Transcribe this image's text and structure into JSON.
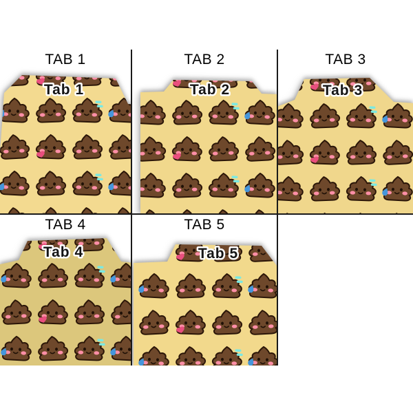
{
  "grid": {
    "line_color": "#1a1a1a",
    "background_color": "#ffffff"
  },
  "options": [
    {
      "label": "TAB 1",
      "folder_text": "Tab 1",
      "tab_position": "left",
      "folder_color": "#f3da90"
    },
    {
      "label": "TAB 2",
      "folder_text": "Tab 2",
      "tab_position": "center",
      "folder_color": "#f1d88c"
    },
    {
      "label": "TAB 3",
      "folder_text": "Tab 3",
      "tab_position": "right",
      "folder_color": "#f0d78c"
    },
    {
      "label": "TAB 4",
      "folder_text": "Tab 4",
      "tab_position": "left",
      "folder_color": "#dcc77c"
    },
    {
      "label": "TAB 5",
      "folder_text": "Tab 5",
      "tab_position": "center",
      "folder_color": "#f2d98c"
    }
  ],
  "pattern": {
    "name": "kawaii-poop-emoji",
    "poop_body": "#6e482b",
    "poop_outline": "#2b1608",
    "cheek": "#ff8fa8",
    "eye": "#1f1006",
    "accent_heart": "#e94f7e",
    "accent_drop": "#4596db",
    "accent_sweat": "#7be9e2"
  }
}
